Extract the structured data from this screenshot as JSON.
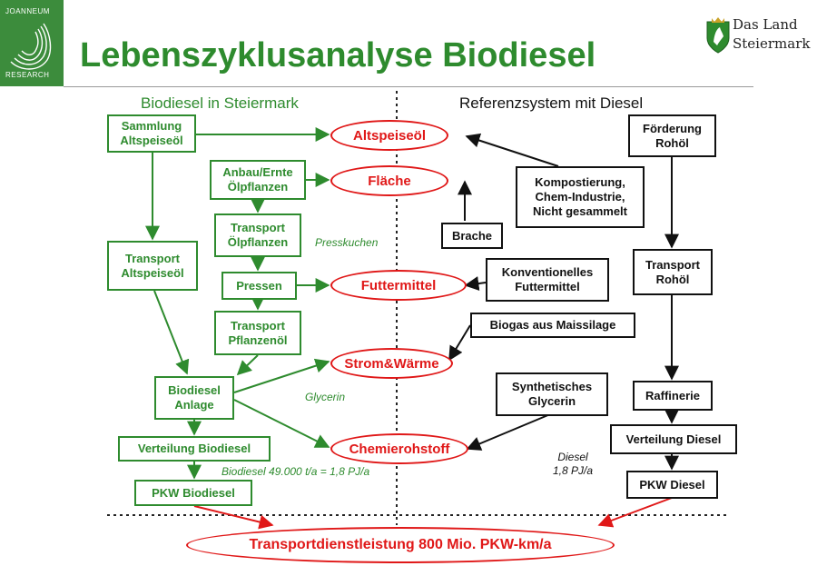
{
  "header": {
    "title": "Lebenszyklusanalyse Biodiesel",
    "logo_left_top": "JOANNEUM",
    "logo_left_bottom": "RESEARCH",
    "logo_right_text": "Das Land\nSteiermark"
  },
  "sections": {
    "left": "Biodiesel in Steiermark",
    "right": "Referenzsystem mit Diesel"
  },
  "green_boxes": {
    "sammlung": "Sammlung\nAltspeiseöl",
    "anbau": "Anbau/Ernte\nÖlpflanzen",
    "transport_olpflanzen": "Transport\nÖlpflanzen",
    "transport_altspeiseol": "Transport\nAltspeiseöl",
    "pressen": "Pressen",
    "transport_pflanzenol": "Transport\nPflanzenöl",
    "biodiesel_anlage": "Biodiesel\nAnlage",
    "verteilung_biodiesel": "Verteilung Biodiesel",
    "pkw_biodiesel": "PKW Biodiesel"
  },
  "red_ellipses": {
    "altspeiseol": "Altspeiseöl",
    "flache": "Fläche",
    "futtermittel": "Futtermittel",
    "strom": "Strom&Wärme",
    "chemie": "Chemierohstoff",
    "transport_service": "Transportdienstleistung 800 Mio. PKW-km/a"
  },
  "black_boxes": {
    "kompostierung": "Kompostierung,\nChem-Industrie,\nNicht gesammelt",
    "brache": "Brache",
    "konventionelles": "Konventionelles\nFuttermittel",
    "biogas": "Biogas aus Maissilage",
    "synthetisches": "Synthetisches\nGlycerin",
    "forderung": "Förderung\nRohöl",
    "transport_rohol": "Transport\nRohöl",
    "raffinerie": "Raffinerie",
    "verteilung_diesel": "Verteilung Diesel",
    "pkw_diesel": "PKW Diesel"
  },
  "notes": {
    "presskuchen": "Presskuchen",
    "glycerin": "Glycerin",
    "biodiesel_amount": "Biodiesel 49.000 t/a = 1,8 PJ/a",
    "diesel_amount": "Diesel\n1,8 PJ/a"
  },
  "colors": {
    "green": "#2e8b2e",
    "red": "#e01818",
    "black": "#111111",
    "logo_green": "#3c8c3c"
  }
}
